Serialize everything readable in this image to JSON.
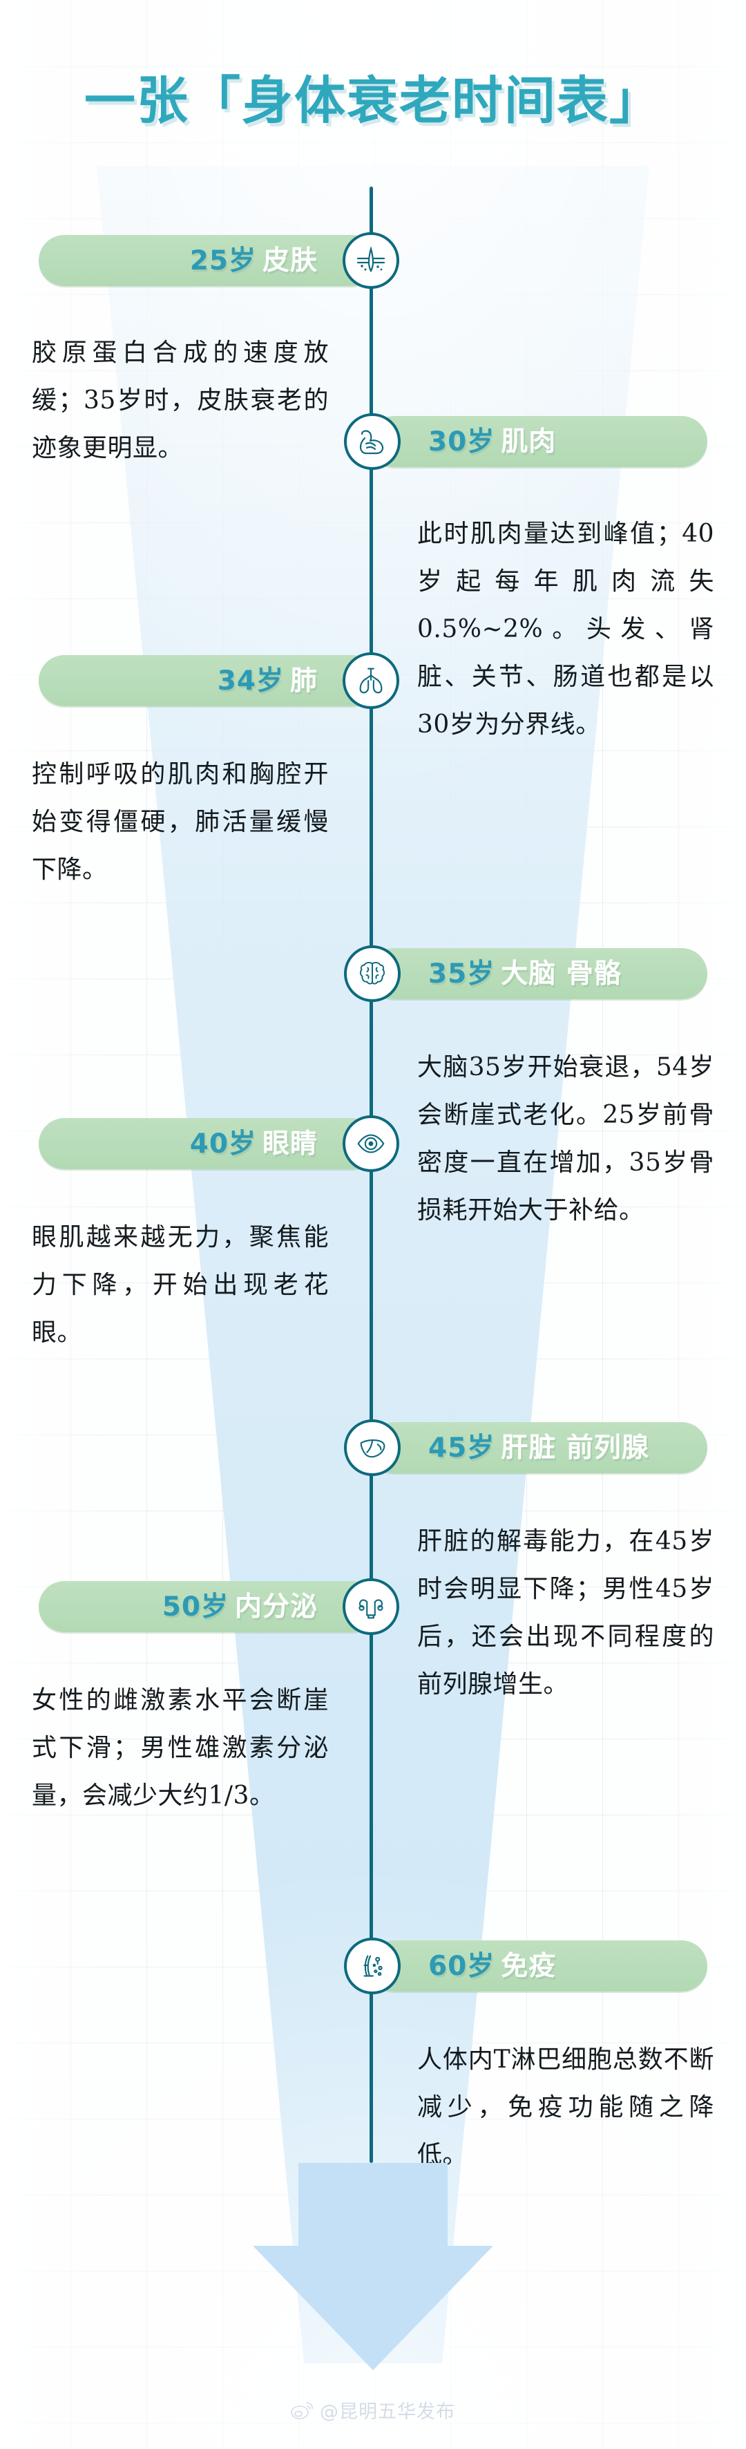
{
  "title": "一张「身体衰老时间表」",
  "colors": {
    "accent_teal": "#2fa8bd",
    "spine_teal": "#0d6a7e",
    "pill_green": "#b9ddb9",
    "age_text": "#2d9ab5",
    "organ_text": "#ffffff",
    "body_text": "#141b1f",
    "beam_blue": "#cbe4f5",
    "grid_line": "#b0c4d0"
  },
  "watermark": {
    "icon": "weibo-icon",
    "text": "@昆明五华发布"
  },
  "entries": [
    {
      "side": "left",
      "age": "25岁",
      "organ": "皮肤",
      "icon": "skin-follicle-icon",
      "body": "胶原蛋白合成的速度放缓；35岁时，皮肤衰老的迹象更明显。"
    },
    {
      "side": "right",
      "age": "30岁",
      "organ": "肌肉",
      "icon": "biceps-muscle-icon",
      "body": "此时肌肉量达到峰值；40岁起每年肌肉流失0.5%~2%。头发、肾脏、关节、肠道也都是以30岁为分界线。"
    },
    {
      "side": "left",
      "age": "34岁",
      "organ": "肺",
      "icon": "lungs-icon",
      "body": "控制呼吸的肌肉和胸腔开始变得僵硬，肺活量缓慢下降。"
    },
    {
      "side": "right",
      "age": "35岁",
      "organ": "大脑 骨骼",
      "icon": "brain-icon",
      "body": "大脑35岁开始衰退，54岁会断崖式老化。25岁前骨密度一直在增加，35岁骨损耗开始大于补给。"
    },
    {
      "side": "left",
      "age": "40岁",
      "organ": "眼睛",
      "icon": "eye-icon",
      "body": "眼肌越来越无力，聚焦能力下降，开始出现老花眼。"
    },
    {
      "side": "right",
      "age": "45岁",
      "organ": "肝脏 前列腺",
      "icon": "liver-icon",
      "body": "肝脏的解毒能力，在45岁时会明显下降；男性45岁后，还会出现不同程度的前列腺增生。"
    },
    {
      "side": "left",
      "age": "50岁",
      "organ": "内分泌",
      "icon": "uterus-endocrine-icon",
      "body": "女性的雌激素水平会断崖式下滑；男性雄激素分泌量，会减少大约1/3。"
    },
    {
      "side": "right",
      "age": "60岁",
      "organ": "免疫",
      "icon": "microscope-icon",
      "body": "人体内T淋巴细胞总数不断减少，免疫功能随之降低。"
    }
  ]
}
